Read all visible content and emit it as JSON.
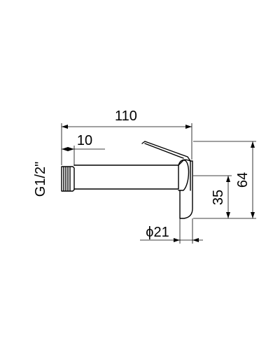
{
  "drawing": {
    "line_color": "#000000",
    "background_color": "#ffffff",
    "labels": {
      "overall_length": "110",
      "thread_length": "10",
      "thread_size": "G1/2\"",
      "total_height": "64",
      "lower_height": "35",
      "diameter": "ϕ21"
    }
  }
}
